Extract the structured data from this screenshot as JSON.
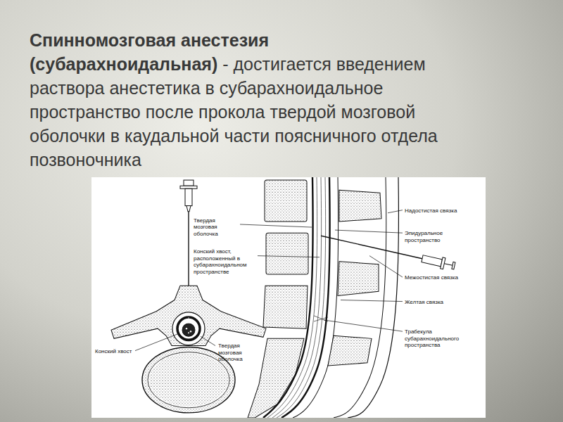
{
  "diagram": {
    "title": "Спинномозговая анестезия (субарахноидальная)",
    "labels": [
      "- достигается введением раствора анестетика в субарахноидальное пространство после прокола твердой мозговой оболочки в каудальной части поясничного отдела позвоночника",
      "Твердая мозговая оболочка",
      "Конский хвост, расположенный в субарахноидальном пространстве",
      "Надостистая связка",
      "Эпидуральное пространство",
      "Межостистая связка",
      "Желтая связка",
      "Трабекула субарахноидального пространства",
      "Конский хвост",
      "Твердая мозговая оболочка"
    ]
  }
}
